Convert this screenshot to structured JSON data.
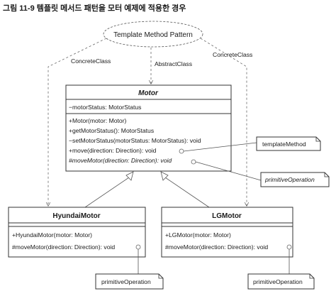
{
  "caption": "그림 11-9 템플릿 메서드 패턴을 모터 예제에 적용한 경우",
  "pattern_name": "Template Method Pattern",
  "roles": {
    "left": "ConcreteClass",
    "middle": "AbstractClass",
    "right": "ConcreteClass"
  },
  "motor": {
    "name": "Motor",
    "attributes": [
      "−motorStatus: MotorStatus"
    ],
    "operations": [
      "+Motor(motor: Motor)",
      "+getMotorStatus(): MotorStatus",
      "−setMotorStatus(motorStatus: MotorStatus): void",
      "+move(direction: Direction): void",
      "#moveMotor(direction: Direction): void"
    ]
  },
  "hyundai": {
    "name": "HyundaiMotor",
    "operations": [
      "+HyundaiMotor(motor: Motor)",
      "#moveMotor(direction: Direction): void"
    ]
  },
  "lg": {
    "name": "LGMotor",
    "operations": [
      "+LGMotor(motor: Motor)",
      "#moveMotor(direction: Direction): void"
    ]
  },
  "notes": {
    "template_method": "templateMethod",
    "primitive_operation_motor": "primitiveOperation",
    "primitive_operation_hyundai": "primitiveOperation",
    "primitive_operation_lg": "primitiveOperation"
  }
}
